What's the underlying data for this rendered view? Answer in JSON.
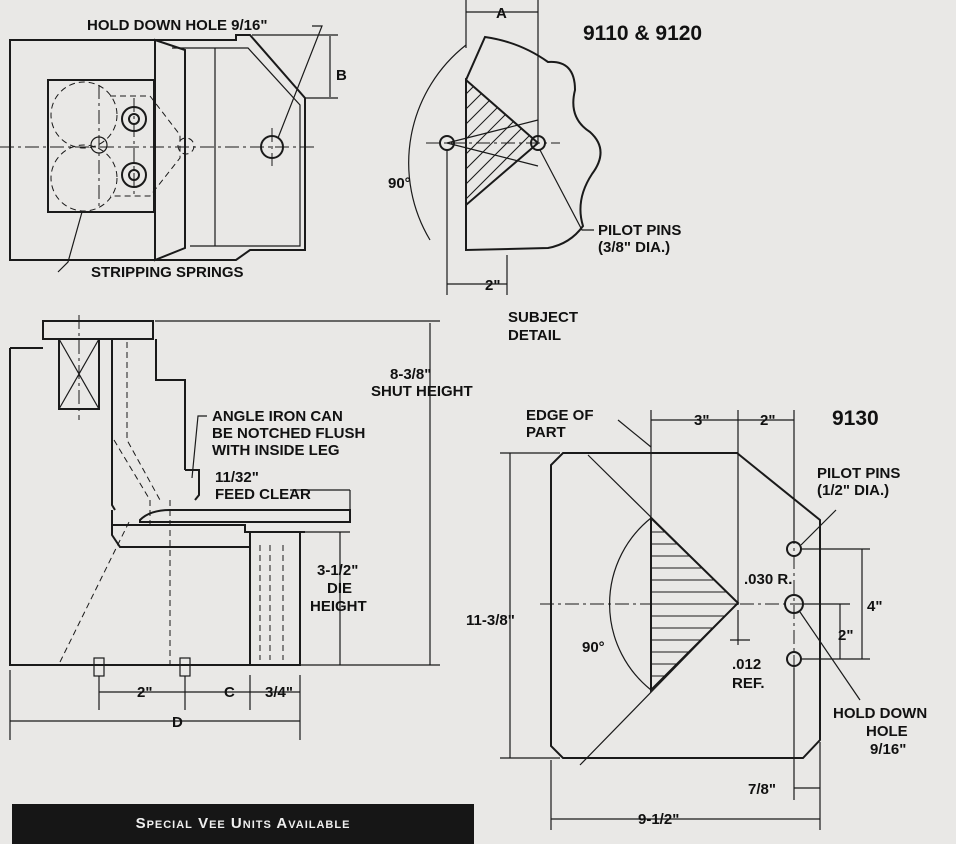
{
  "title": "9110 & 9120",
  "title_9130": "9130",
  "top_left": {
    "hold_down_hole": "HOLD DOWN HOLE 9/16\"",
    "dim_b": "B",
    "stripping_springs": "STRIPPING SPRINGS"
  },
  "subject_detail": {
    "dim_a": "A",
    "angle": "90°",
    "pilot_pins_line1": "PILOT PINS",
    "pilot_pins_line2": "(3/8\" DIA.)",
    "dim_2": "2\"",
    "caption_line1": "SUBJECT",
    "caption_line2": "DETAIL"
  },
  "side_view": {
    "shut_height_value": "8-3/8\"",
    "shut_height_label": "SHUT HEIGHT",
    "angle_iron_line1": "ANGLE IRON CAN",
    "angle_iron_line2": "BE NOTCHED FLUSH",
    "angle_iron_line3": "WITH INSIDE LEG",
    "feed_clear_value": "11/32\"",
    "feed_clear_label": "FEED CLEAR",
    "die_height_line1": "3-1/2\"",
    "die_height_line2": "DIE",
    "die_height_line3": "HEIGHT",
    "dim_2": "2\"",
    "dim_c": "C",
    "dim_three_quarter": "3/4\"",
    "dim_d": "D"
  },
  "view_9130": {
    "edge_of_part_line1": "EDGE OF",
    "edge_of_part_line2": "PART",
    "dim_3": "3\"",
    "dim_2_top": "2\"",
    "pilot_pins_line1": "PILOT PINS",
    "pilot_pins_line2": "(1/2\" DIA.)",
    "radius": ".030 R.",
    "dim_4": "4\"",
    "dim_2_side": "2\"",
    "height": "11-3/8\"",
    "angle": "90°",
    "ref_line1": ".012",
    "ref_line2": "REF.",
    "hold_down_line1": "HOLD DOWN",
    "hold_down_line2": "HOLE",
    "hold_down_line3": "9/16\"",
    "dim_seven_eighths": "7/8\"",
    "width": "9-1/2\""
  },
  "banner": "Special Vee Units Available"
}
